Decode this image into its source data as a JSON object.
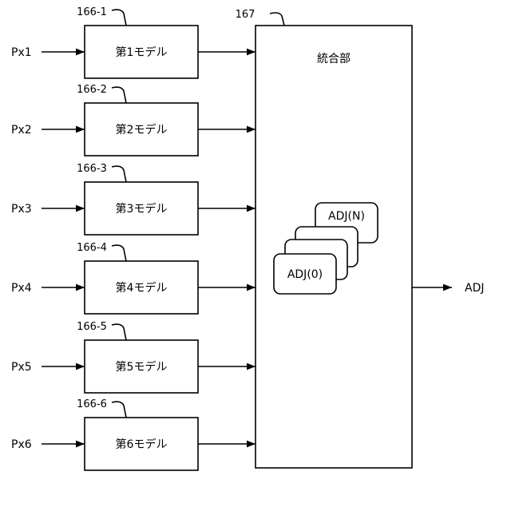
{
  "inputs": [
    {
      "label": "Px1",
      "ref": "166-1",
      "model": "第1モデル"
    },
    {
      "label": "Px2",
      "ref": "166-2",
      "model": "第2モデル"
    },
    {
      "label": "Px3",
      "ref": "166-3",
      "model": "第3モデル"
    },
    {
      "label": "Px4",
      "ref": "166-4",
      "model": "第4モデル"
    },
    {
      "label": "Px5",
      "ref": "166-5",
      "model": "第5モデル"
    },
    {
      "label": "Px6",
      "ref": "166-6",
      "model": "第6モデル"
    }
  ],
  "integration": {
    "ref": "167",
    "title": "統合部",
    "card_top": "ADJ(N)",
    "card_bottom": "ADJ(0)"
  },
  "output": {
    "label": "ADJ"
  }
}
